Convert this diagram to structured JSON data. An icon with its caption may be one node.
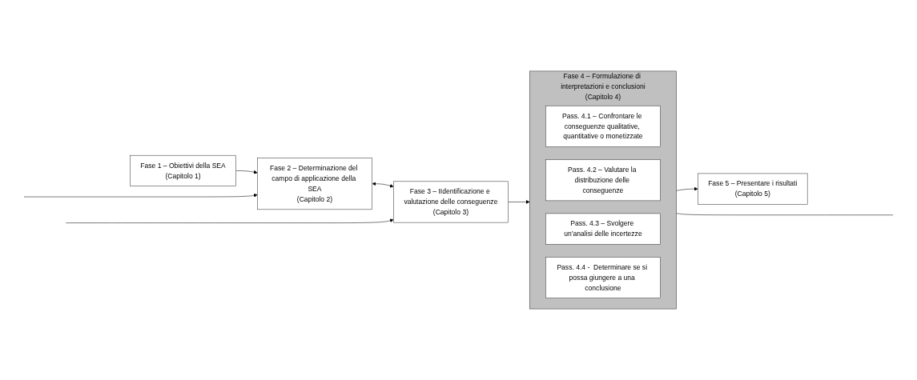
{
  "diagram": {
    "nodes": [
      {
        "text": [
          "Fase 1 – Obiettivi della SEA",
          "(Capitolo 1)"
        ]
      },
      {
        "text": [
          "Fase 2 – Determinazione del campo di applicazione della SEA",
          "(Capitolo 2)"
        ]
      },
      {
        "text": [
          "Fase 3 – IIdentificazione e valutazione delle conseguenze",
          "(Capitolo 3)"
        ]
      },
      {
        "text": [
          "Fase 4 – Formulazione di interpretazioni e conclusioni",
          "(Capitolo 4)"
        ]
      },
      {
        "text": [
          "Pass. 4.1 – Confrontare le conseguenze qualitative, quantitative o monetizzate"
        ],
        "in": 3
      },
      {
        "text": [
          "Pass. 4.2 – Valutare la distribuzione delle conseguenze"
        ],
        "in": 3
      },
      {
        "text": [
          "Pass. 4.3 – Svolgere un’analisi delle incertezze"
        ],
        "in": 3
      },
      {
        "text": [
          "Pass. 4.4 -  Determinare se si possa giungere a una conclusione"
        ],
        "in": 3
      },
      {
        "text": [
          "Fase 5 – Presentare i risultati",
          "(Capitolo 5)"
        ]
      }
    ],
    "edges": [
      {
        "from": 0,
        "to": 1,
        "arrow": "to"
      },
      {
        "from": 1,
        "to": 2,
        "arrow": "both"
      },
      {
        "from": 2,
        "to": 3,
        "arrow": "to"
      },
      {
        "from": 3,
        "to": 8,
        "arrow": "to"
      },
      {
        "from": null,
        "to": 1,
        "arrow": "to"
      },
      {
        "from": null,
        "to": 2,
        "arrow": "to"
      },
      {
        "from": 3,
        "to": null,
        "arrow": "none"
      }
    ]
  }
}
